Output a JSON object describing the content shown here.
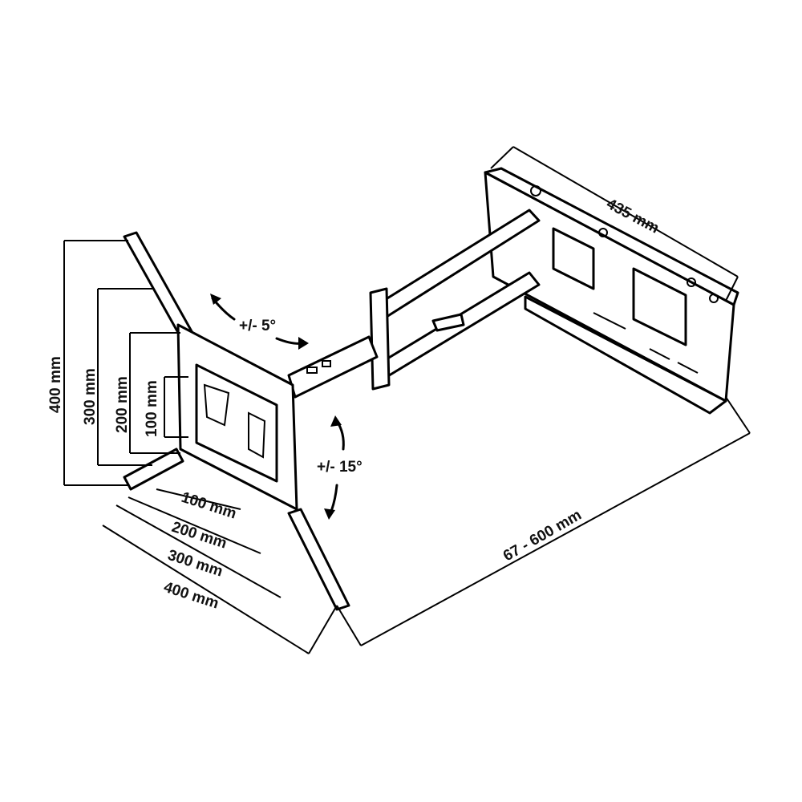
{
  "title": "TV wall mount dimension diagram",
  "labels": {
    "wall_plate_width": "435 mm",
    "tilt": "+/- 5°",
    "swivel": "+/- 15°",
    "extension": "67 - 600 mm",
    "vertical": [
      "400 mm",
      "300 mm",
      "200 mm",
      "100 mm"
    ],
    "horizontal": [
      "100 mm",
      "200 mm",
      "300 mm",
      "400 mm"
    ]
  }
}
